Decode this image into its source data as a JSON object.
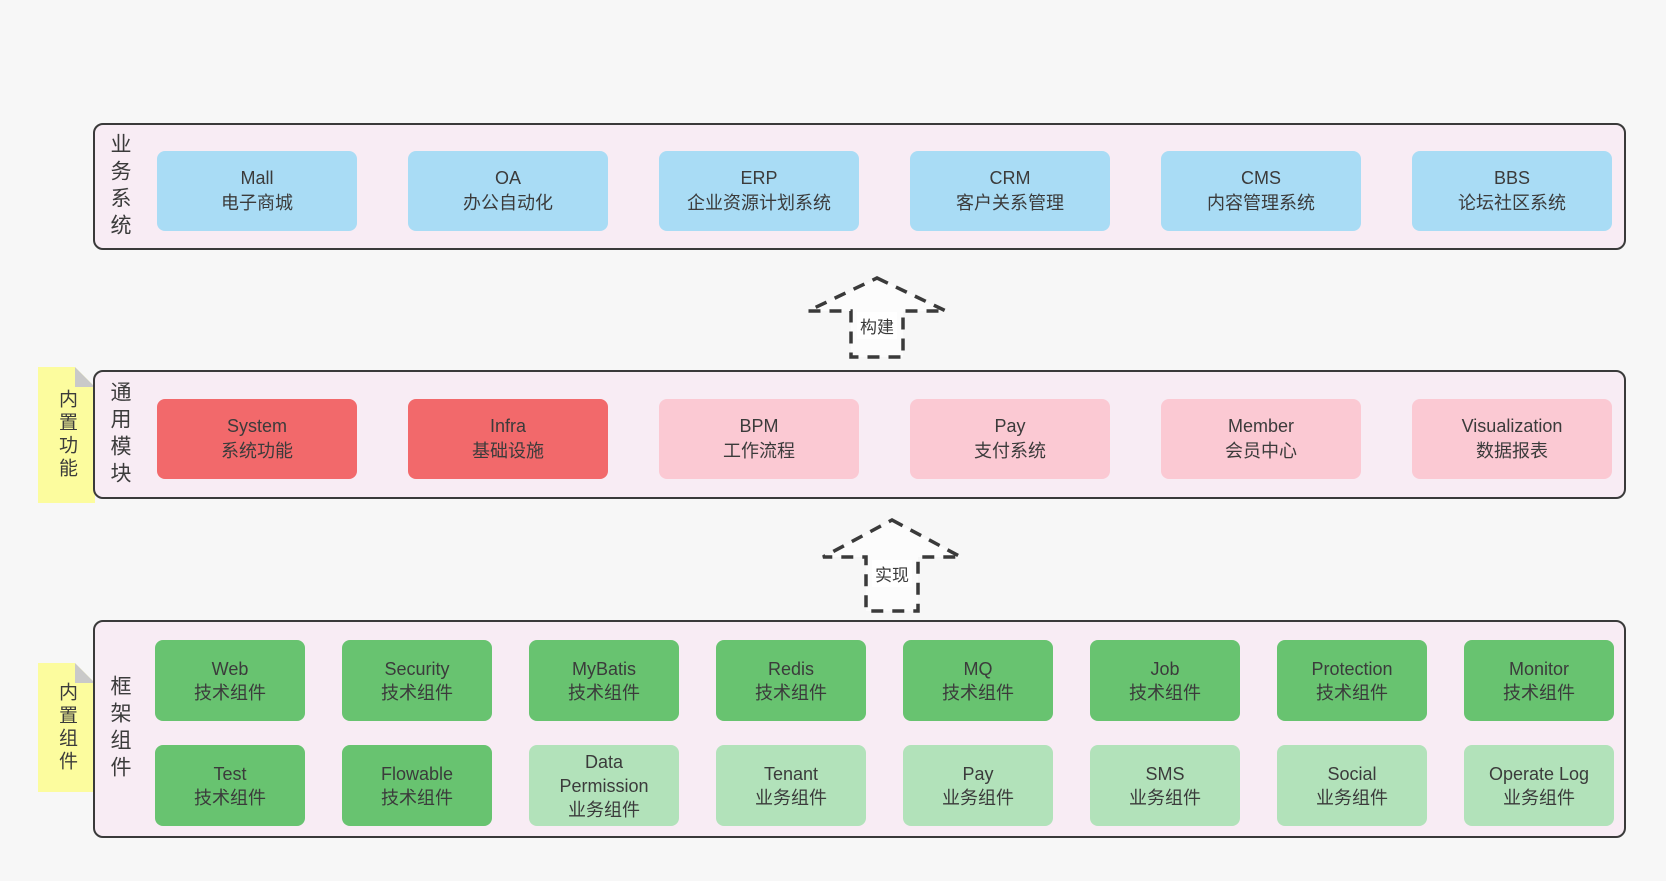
{
  "page": {
    "background": "#f7f7f7"
  },
  "colors": {
    "layer_background": "#f8ecf4",
    "layer_border": "#3a3a3a",
    "business_system_box": "#a9dcf5",
    "core_module_box": "#f2696b",
    "optional_module_box": "#fbc9d3",
    "tech_component_box": "#68c370",
    "biz_component_box": "#b2e2ba",
    "sticky_note": "#fcfc9e",
    "sticky_fold": "#c9c9c9",
    "text": "#3b3b3b"
  },
  "arrows": [
    {
      "label": "构建"
    },
    {
      "label": "实现"
    }
  ],
  "layers": [
    {
      "id": "business-systems",
      "side_label": "业务系统",
      "sticky_label": null,
      "rows": [
        [
          {
            "name": "Mall",
            "desc": "电子商城",
            "type": "blue"
          },
          {
            "name": "OA",
            "desc": "办公自动化",
            "type": "blue"
          },
          {
            "name": "ERP",
            "desc": "企业资源计划系统",
            "type": "blue"
          },
          {
            "name": "CRM",
            "desc": "客户关系管理",
            "type": "blue"
          },
          {
            "name": "CMS",
            "desc": "内容管理系统",
            "type": "blue"
          },
          {
            "name": "BBS",
            "desc": "论坛社区系统",
            "type": "blue"
          }
        ]
      ]
    },
    {
      "id": "common-modules",
      "side_label": "通用模块",
      "sticky_label": "内置功能",
      "rows": [
        [
          {
            "name": "System",
            "desc": "系统功能",
            "type": "red"
          },
          {
            "name": "Infra",
            "desc": "基础设施",
            "type": "red"
          },
          {
            "name": "BPM",
            "desc": "工作流程",
            "type": "pink"
          },
          {
            "name": "Pay",
            "desc": "支付系统",
            "type": "pink"
          },
          {
            "name": "Member",
            "desc": "会员中心",
            "type": "pink"
          },
          {
            "name": "Visualization",
            "desc": "数据报表",
            "type": "pink"
          }
        ]
      ]
    },
    {
      "id": "framework-components",
      "side_label": "框架组件",
      "sticky_label": "内置组件",
      "rows": [
        [
          {
            "name": "Web",
            "desc": "技术组件",
            "type": "green"
          },
          {
            "name": "Security",
            "desc": "技术组件",
            "type": "green"
          },
          {
            "name": "MyBatis",
            "desc": "技术组件",
            "type": "green"
          },
          {
            "name": "Redis",
            "desc": "技术组件",
            "type": "green"
          },
          {
            "name": "MQ",
            "desc": "技术组件",
            "type": "green"
          },
          {
            "name": "Job",
            "desc": "技术组件",
            "type": "green"
          },
          {
            "name": "Protection",
            "desc": "技术组件",
            "type": "green"
          },
          {
            "name": "Monitor",
            "desc": "技术组件",
            "type": "green"
          }
        ],
        [
          {
            "name": "Test",
            "desc": "技术组件",
            "type": "green"
          },
          {
            "name": "Flowable",
            "desc": "技术组件",
            "type": "green"
          },
          {
            "name": "Data Permission",
            "desc": "业务组件",
            "type": "light-green"
          },
          {
            "name": "Tenant",
            "desc": "业务组件",
            "type": "light-green"
          },
          {
            "name": "Pay",
            "desc": "业务组件",
            "type": "light-green"
          },
          {
            "name": "SMS",
            "desc": "业务组件",
            "type": "light-green"
          },
          {
            "name": "Social",
            "desc": "业务组件",
            "type": "light-green"
          },
          {
            "name": "Operate Log",
            "desc": "业务组件",
            "type": "light-green"
          }
        ]
      ]
    }
  ]
}
